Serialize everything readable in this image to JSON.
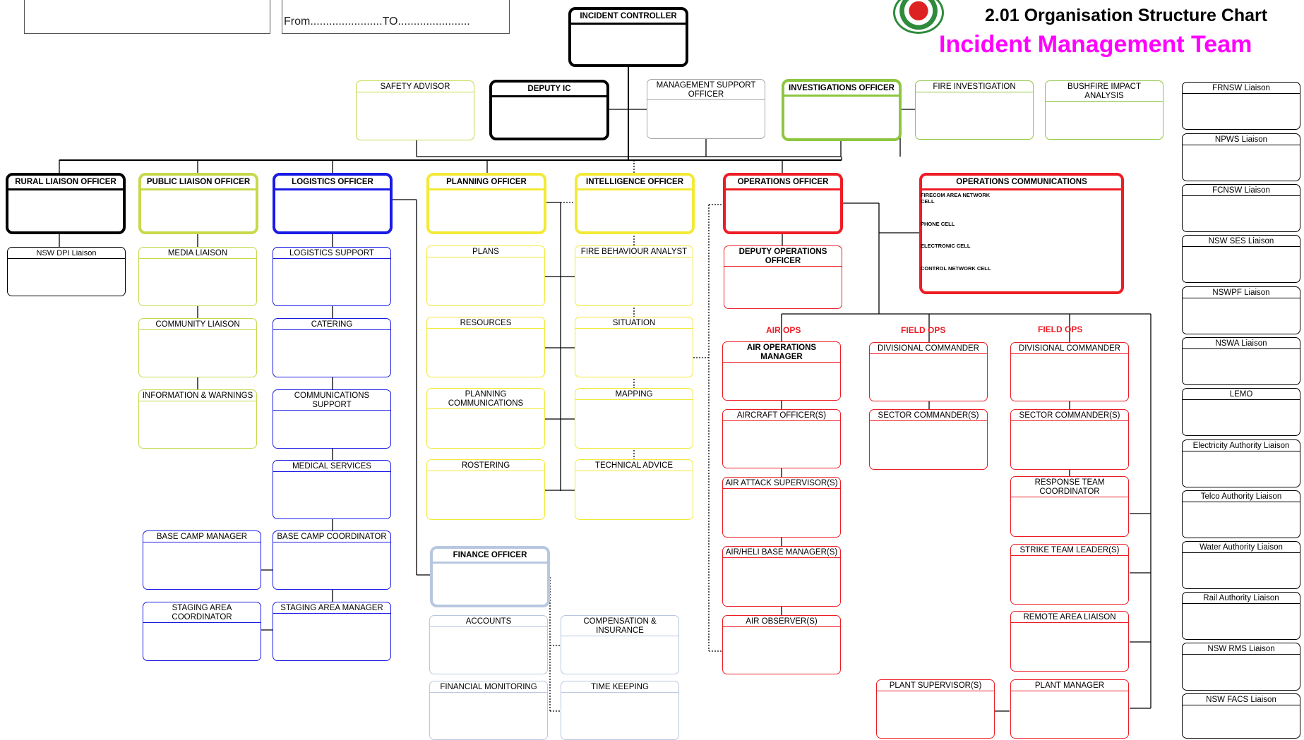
{
  "header": {
    "from_to": "From.......................TO.......................",
    "subtitle": "2.01 Organisation Structure Chart",
    "title": "Incident Management Team"
  },
  "boxes": {
    "incident_controller": "INCIDENT CONTROLLER",
    "safety_advisor": "SAFETY ADVISOR",
    "deputy_ic": "DEPUTY IC",
    "management_support": "MANAGEMENT SUPPORT OFFICER",
    "investigations_officer": "INVESTIGATIONS OFFICER",
    "fire_investigation": "FIRE INVESTIGATION",
    "bushfire_impact": "BUSHFIRE IMPACT ANALYSIS",
    "rural_liaison": "RURAL LIAISON OFFICER",
    "nsw_dpi": "NSW DPI Liaison",
    "public_liaison": "PUBLIC LIAISON OFFICER",
    "media_liaison": "MEDIA LIAISON",
    "community_liaison": "COMMUNITY LIAISON",
    "info_warnings": "INFORMATION & WARNINGS",
    "logistics_officer": "LOGISTICS OFFICER",
    "logistics_support": "LOGISTICS SUPPORT",
    "catering": "CATERING",
    "comms_support": "COMMUNICATIONS SUPPORT",
    "medical_services": "MEDICAL SERVICES",
    "base_camp_manager": "BASE CAMP MANAGER",
    "base_camp_coordinator": "BASE CAMP COORDINATOR",
    "staging_area_coordinator": "STAGING AREA COORDINATOR",
    "staging_area_manager": "STAGING AREA MANAGER",
    "planning_officer": "PLANNING OFFICER",
    "plans": "PLANS",
    "resources": "RESOURCES",
    "planning_comms": "PLANNING COMMUNICATIONS",
    "rostering": "ROSTERING",
    "intelligence_officer": "INTELLIGENCE OFFICER",
    "fire_behaviour": "FIRE BEHAVIOUR ANALYST",
    "situation": "SITUATION",
    "mapping": "MAPPING",
    "technical_advice": "TECHNICAL ADVICE",
    "finance_officer": "FINANCE OFFICER",
    "accounts": "ACCOUNTS",
    "compensation": "COMPENSATION & INSURANCE",
    "financial_monitoring": "FINANCIAL MONITORING",
    "time_keeping": "TIME KEEPING",
    "operations_officer": "OPERATIONS OFFICER",
    "deputy_ops": "DEPUTY OPERATIONS OFFICER",
    "ops_comms": "OPERATIONS COMMUNICATIONS",
    "air_ops_manager": "AIR OPERATIONS MANAGER",
    "aircraft_officer": "AIRCRAFT OFFICER(S)",
    "air_attack": "AIR ATTACK SUPERVISOR(S)",
    "heli_base": "AIR/HELI BASE MANAGER(S)",
    "air_observer": "AIR OBSERVER(S)",
    "div_commander_1": "DIVISIONAL COMMANDER",
    "sector_commander_1": "SECTOR COMMANDER(S)",
    "div_commander_2": "DIVISIONAL COMMANDER",
    "sector_commander_2": "SECTOR COMMANDER(S)",
    "response_team": "RESPONSE TEAM COORDINATOR",
    "strike_team": "STRIKE TEAM LEADER(S)",
    "remote_area": "REMOTE AREA LIAISON",
    "plant_supervisor": "PLANT SUPERVISOR(S)",
    "plant_manager": "PLANT MANAGER"
  },
  "ops_comms_cells": [
    "FIRECOM AREA NETWORK CELL",
    "PHONE CELL",
    "ELECTRONIC CELL",
    "CONTROL NETWORK CELL"
  ],
  "ops_labels": {
    "air": "AIR OPS",
    "field_1": "FIELD OPS",
    "field_2": "FIELD OPS"
  },
  "liaisons": [
    "FRNSW Liaison",
    "NPWS Liaison",
    "FCNSW Liaison",
    "NSW SES Liaison",
    "NSWPF Liaison",
    "NSWA Liaison",
    "LEMO",
    "Electricity Authority Liaison",
    "Telco Authority Liaison",
    "Water Authority Liaison",
    "Rail Authority Liaison",
    "NSW RMS Liaison",
    "NSW FACS Liaison"
  ],
  "colors": {
    "command": "#000000",
    "investigations": "#8dc63f",
    "public_liaison": "#c7d94a",
    "logistics": "#1a1ae6",
    "planning": "#f2ea36",
    "operations": "#ee1c25",
    "finance": "#b8c7e0",
    "title": "#ff00ff"
  }
}
